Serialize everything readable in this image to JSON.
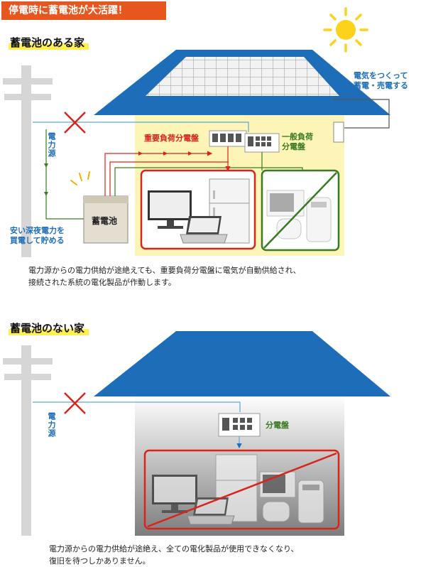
{
  "banner": "停電時に蓄電池が大活躍！",
  "section1": {
    "title": "蓄電池のある家",
    "solar_label": [
      "電気をつくって",
      "蓄電・売電する"
    ],
    "grid_label": "電力源",
    "important_panel_label": "重要負荷分電盤",
    "general_panel_label": [
      "一般負荷",
      "分電盤"
    ],
    "battery_label": "蓄電池",
    "night_power_label": [
      "安い深夜電力を",
      "買電して貯める"
    ],
    "caption": [
      "電力源からの電力供給が途絶えても、重要負荷分電盤に電気が自動供給され、",
      "接続された系統の電化製品が作動します。"
    ]
  },
  "section2": {
    "title": "蓄電池のない家",
    "grid_label": "電力源",
    "panel_label": "分電盤",
    "caption": [
      "電力源からの電力供給が途絶え、全ての電化製品が使用できなくなり、",
      "復旧を待つしかありません。"
    ]
  },
  "colors": {
    "roof": "#1e6db8",
    "wall_yellow": "#fdf4b8",
    "red": "#d9241c",
    "green": "#3a7a23",
    "blue": "#1f6fb8",
    "banner": "#e8561f"
  }
}
